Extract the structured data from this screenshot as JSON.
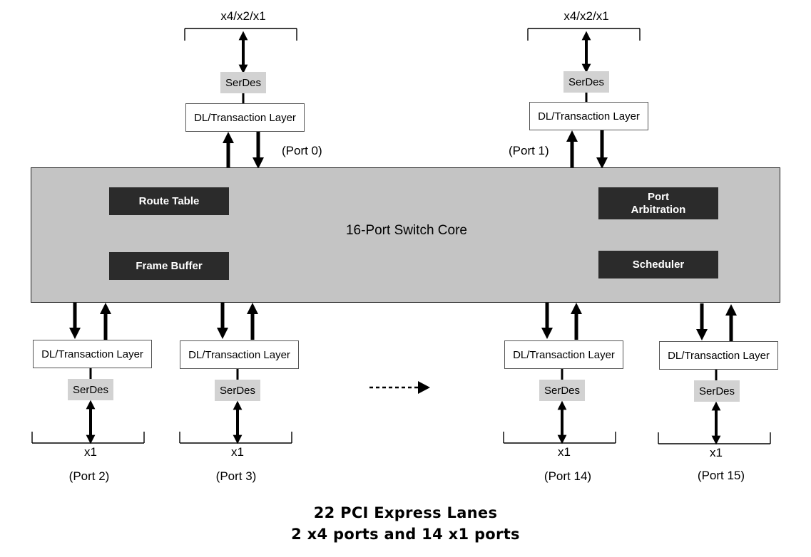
{
  "core": {
    "title": "16-Port Switch Core",
    "blocks": {
      "route_table": "Route Table",
      "frame_buffer": "Frame Buffer",
      "port_arbitration": "Port\nArbitration",
      "scheduler": "Scheduler"
    }
  },
  "layers": {
    "dl_label": "DL/Transaction Layer",
    "serdes_label": "SerDes"
  },
  "ports": {
    "port0": {
      "name": "(Port 0)",
      "lanes": "x4/x2/x1"
    },
    "port1": {
      "name": "(Port 1)",
      "lanes": "x4/x2/x1"
    },
    "port2": {
      "name": "(Port 2)",
      "lanes": "x1"
    },
    "port3": {
      "name": "(Port 3)",
      "lanes": "x1"
    },
    "port14": {
      "name": "(Port 14)",
      "lanes": "x1"
    },
    "port15": {
      "name": "(Port 15)",
      "lanes": "x1"
    }
  },
  "footer": {
    "line1": "22 PCI Express Lanes",
    "line2": "2 x4 ports and 14 x1 ports"
  }
}
